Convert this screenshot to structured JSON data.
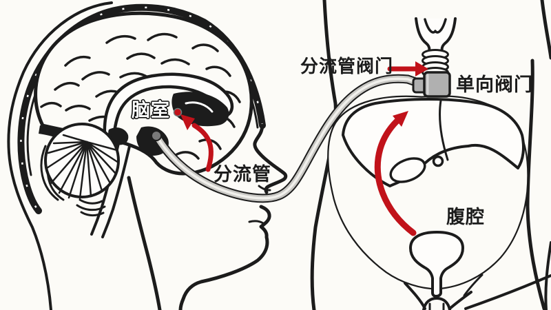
{
  "colors": {
    "background": "#fcfbf7",
    "ink": "#1c1c1c",
    "red": "#c1121a",
    "tube_gray": "#c9c8c4",
    "tube_highlight": "#f1f0ec",
    "valve_gray": "#b0b0b0",
    "catheter_tip_gray": "#7a7a7a"
  },
  "labels": {
    "ventricle": "脑室",
    "shunt_tube": "分流管",
    "shunt_valve": "分流管阀门",
    "one_way_valve": "单向阀门",
    "abdominal_cavity": "腹腔"
  }
}
